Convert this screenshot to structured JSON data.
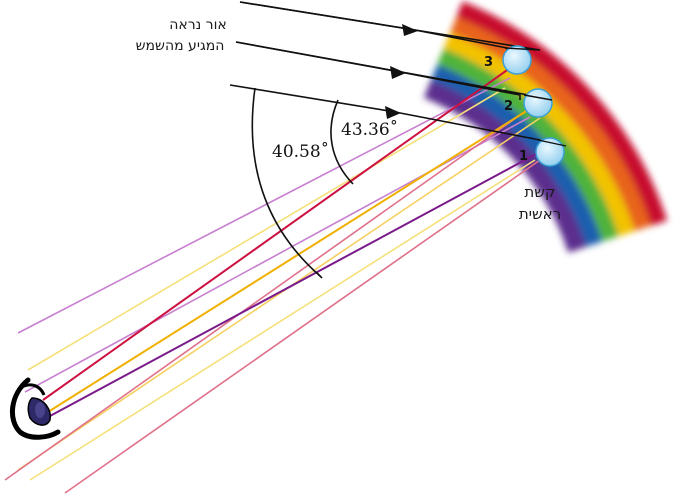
{
  "labels": {
    "sunlight_line1": "אור נראה",
    "sunlight_line2": "המגיע מהשמש",
    "rainbow_line1": "קשת",
    "rainbow_line2": "ראשית",
    "angle_inner": "43.36˚",
    "angle_outer": "40.58˚",
    "drop_1": "1",
    "drop_2": "2",
    "drop_3": "3"
  },
  "colors": {
    "red": "#cc1140",
    "yellow": "#f5b800",
    "purple": "#7a1a8a",
    "pale_violet": "#c77fd0",
    "pale_yellow": "#f5e07a",
    "pink": "#e0708a",
    "drop_fill": "#bfe6f7",
    "drop_stroke": "#3aa0d8",
    "eye_iris": "#2e2a6a"
  },
  "rainbow_bands": [
    "#c8102e",
    "#e8641b",
    "#f2c200",
    "#4fb33a",
    "#1e5fae",
    "#5b2d8e"
  ],
  "icons": [
    "eye-icon",
    "raindrop-icon"
  ]
}
